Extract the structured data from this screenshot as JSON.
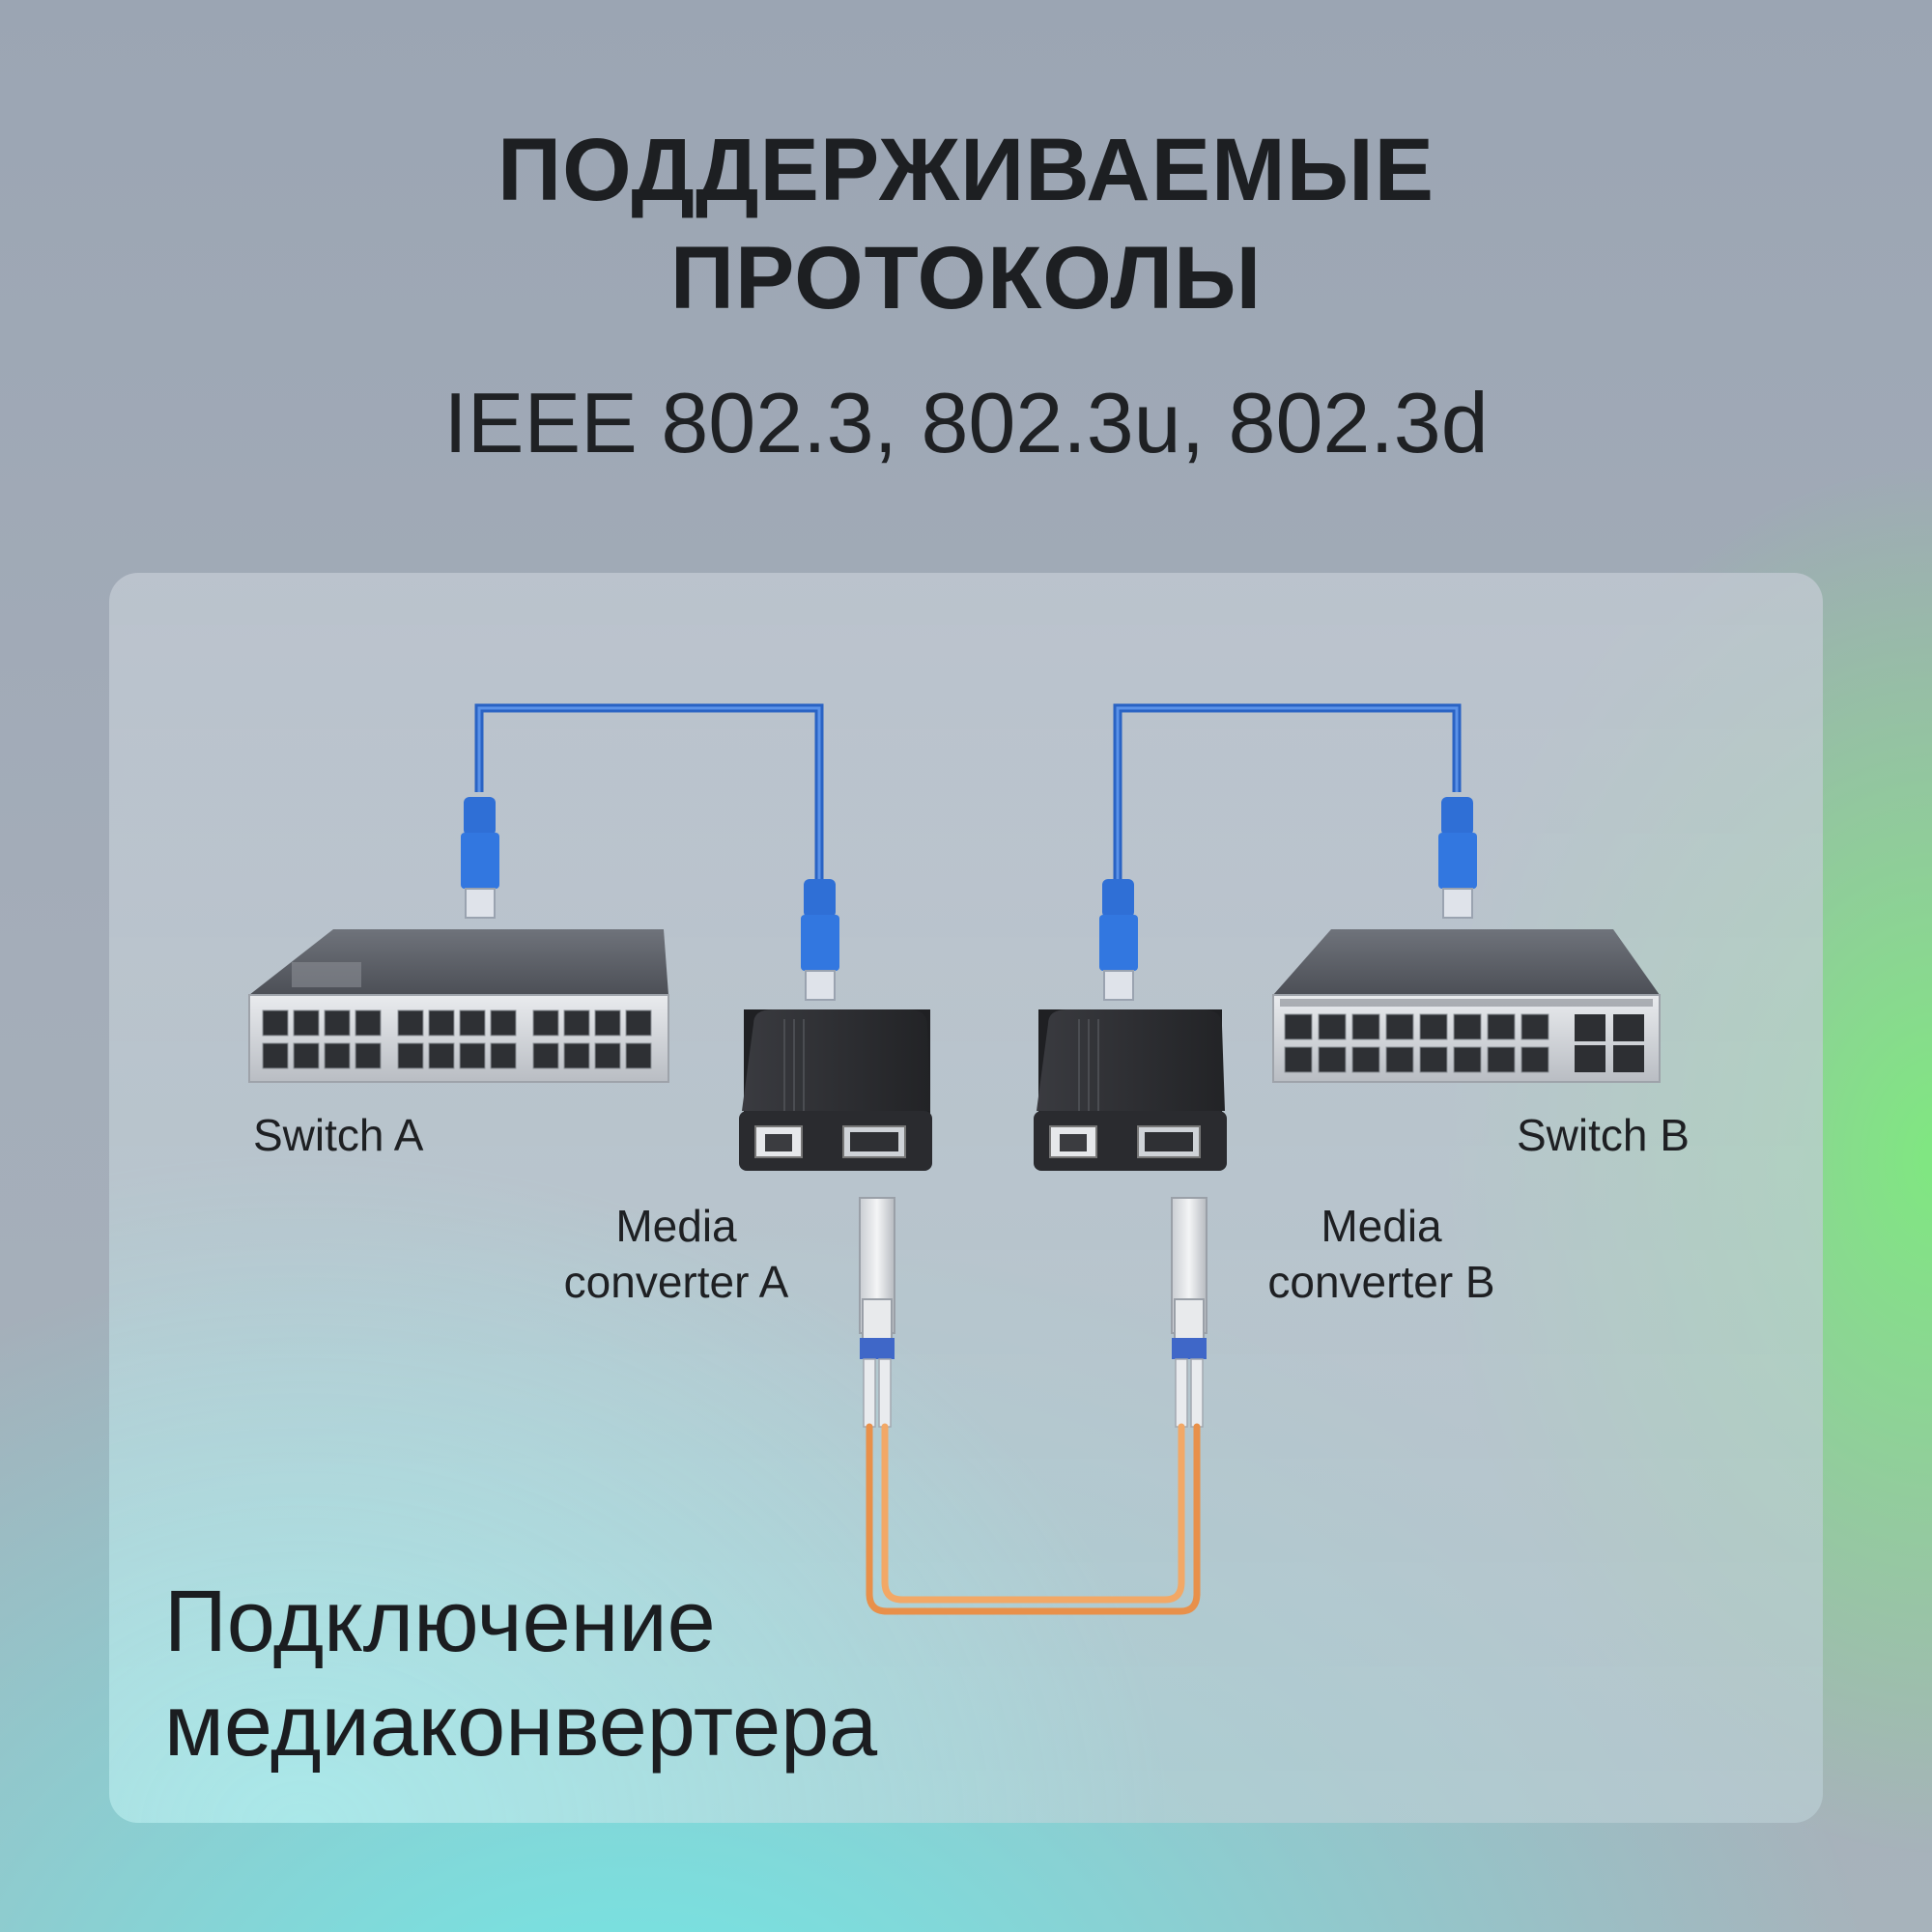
{
  "heading": {
    "line1": "ПОДДЕРЖИВАЕМЫЕ",
    "line2": "ПРОТОКОЛЫ"
  },
  "protocols": "IEEE 802.3, 802.3u, 802.3d",
  "labels": {
    "switch_a": "Switch A",
    "switch_b": "Switch B",
    "converter_a_line1": "Media",
    "converter_a_line2": "converter A",
    "converter_b_line1": "Media",
    "converter_b_line2": "converter B"
  },
  "caption": {
    "line1": "Подключение",
    "line2": "медиаконвертера"
  },
  "colors": {
    "ethernet_cable": "#2f6fd6",
    "fiber_cable": "#f0a15a",
    "converter_body": "#2c2d31",
    "switch_body": "#5a5d63"
  }
}
